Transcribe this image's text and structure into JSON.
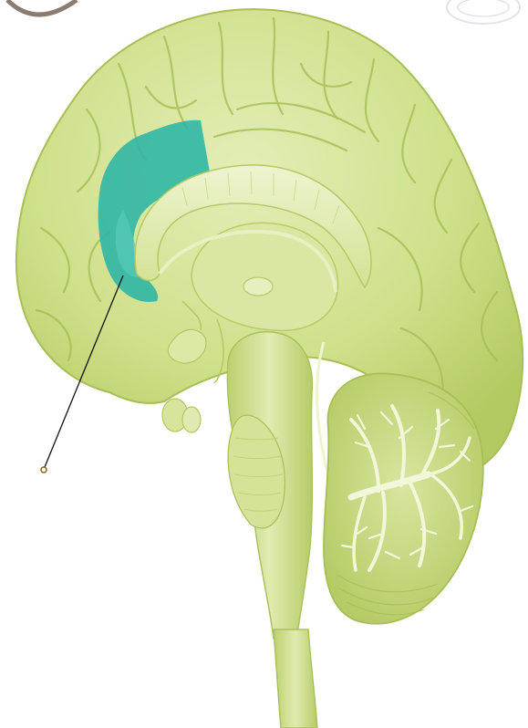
{
  "figure": {
    "subject": "midsagittal-brain",
    "colors": {
      "background": "#ffffff",
      "brain_fill": "#cfe08a",
      "brain_light": "#e2edb4",
      "brain_mid": "#b9d06a",
      "brain_dark": "#9ab548",
      "sulcus_line": "#a7bf55",
      "highlight": "#2bb5a5",
      "highlight_light": "#59c9bb",
      "pointer_line": "#111111",
      "frame_arc": "#8b7b70"
    },
    "regions": [
      {
        "id": "cerebrum",
        "highlighted": false
      },
      {
        "id": "highlighted-cortex-region",
        "highlighted": true
      },
      {
        "id": "corpus-callosum",
        "highlighted": false
      },
      {
        "id": "thalamus",
        "highlighted": false
      },
      {
        "id": "brainstem",
        "highlighted": false
      },
      {
        "id": "cerebellum",
        "highlighted": false
      },
      {
        "id": "spinal-cord",
        "highlighted": false
      }
    ],
    "pointer": {
      "target": "highlighted-cortex-region",
      "label": ""
    }
  }
}
